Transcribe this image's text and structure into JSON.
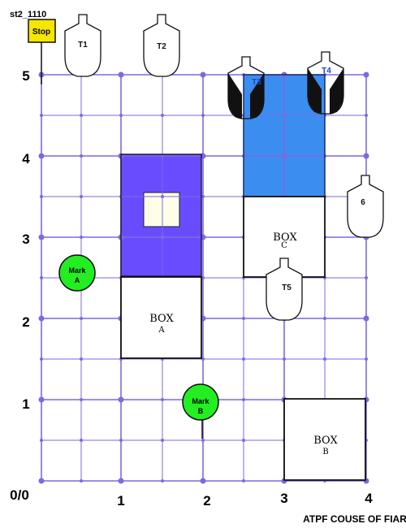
{
  "stage_id": "st2_1110",
  "stop_sign": {
    "label": "Stop",
    "color": "#f5e600"
  },
  "footer": "ATPF COUSE OF FIAR",
  "axes": {
    "x_labels": [
      "1",
      "2",
      "3",
      "4"
    ],
    "y_labels": [
      "1",
      "2",
      "3",
      "4",
      "5"
    ],
    "origin_label": "0/0"
  },
  "colors": {
    "grid": "#7b6ae0",
    "purple_zone": "#6a4cff",
    "blue_zone": "#3b8ef0",
    "mark": "#22ee22",
    "no_shoot": "#111111"
  },
  "boxes": [
    {
      "id": "A",
      "line1": "BOX",
      "line2": "A"
    },
    {
      "id": "B",
      "line1": "BOX",
      "line2": "B"
    },
    {
      "id": "C",
      "line1": "BOX",
      "line2": "C"
    }
  ],
  "marks": [
    {
      "id": "A",
      "line1": "Mark",
      "line2": "A"
    },
    {
      "id": "B",
      "line1": "Mark",
      "line2": "B"
    }
  ],
  "targets": [
    {
      "id": "T1",
      "label": "T1",
      "no_shoot": false
    },
    {
      "id": "T2",
      "label": "T2",
      "no_shoot": false
    },
    {
      "id": "T3",
      "label": "T3",
      "no_shoot": true
    },
    {
      "id": "T4",
      "label": "T4",
      "no_shoot": true
    },
    {
      "id": "T5",
      "label": "T5",
      "no_shoot": false
    },
    {
      "id": "T6",
      "label": "6",
      "no_shoot": false
    }
  ]
}
